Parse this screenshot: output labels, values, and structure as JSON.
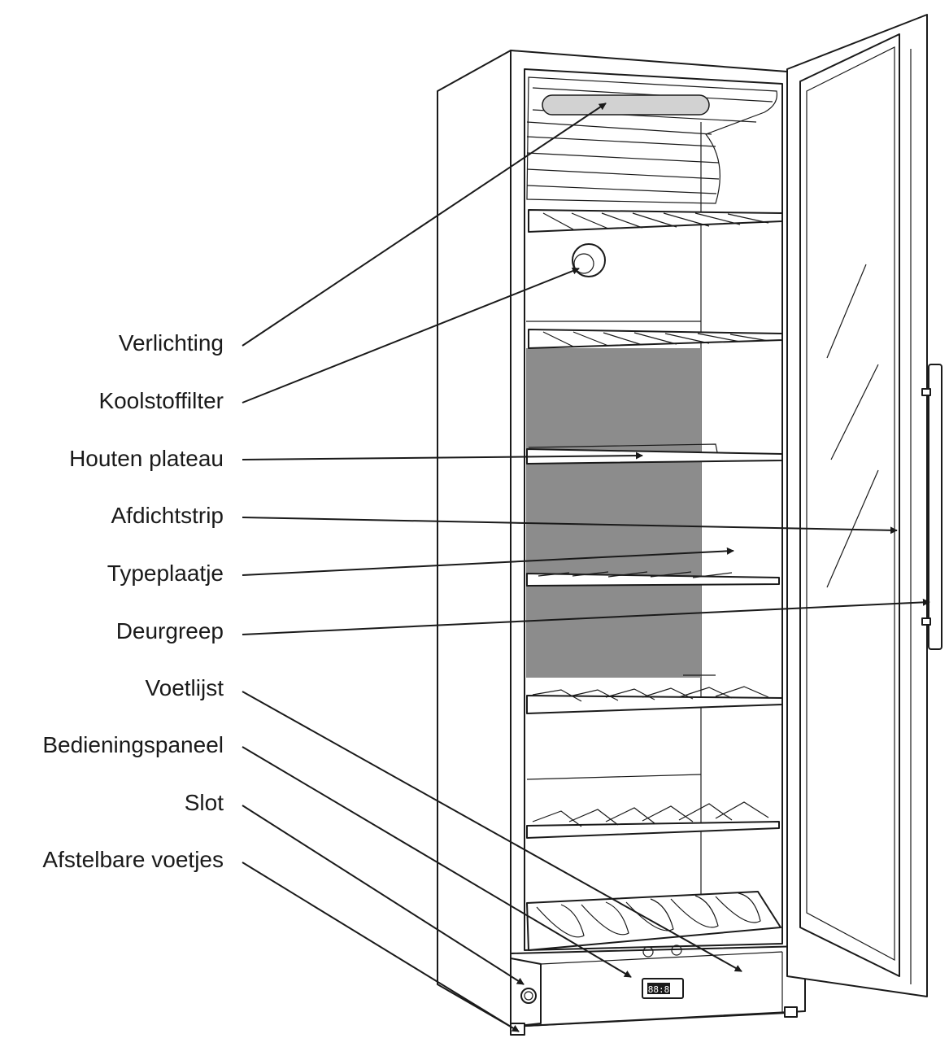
{
  "labels": {
    "verlichting": "Verlichting",
    "koolstoffilter": "Koolstoffilter",
    "houten_plateau": "Houten plateau",
    "afdichtstrip": "Afdichtstrip",
    "typeplaatje": "Typeplaatje",
    "deurgreep": "Deurgreep",
    "voetlijst": "Voetlijst",
    "bedieningspaneel": "Bedieningspaneel",
    "slot": "Slot",
    "afstelbare_voetjes": "Afstelbare voetjes"
  },
  "display_readout": "88:8",
  "colors": {
    "line": "#1a1a1a",
    "back_panel": "#8c8c8c",
    "background": "#ffffff"
  }
}
